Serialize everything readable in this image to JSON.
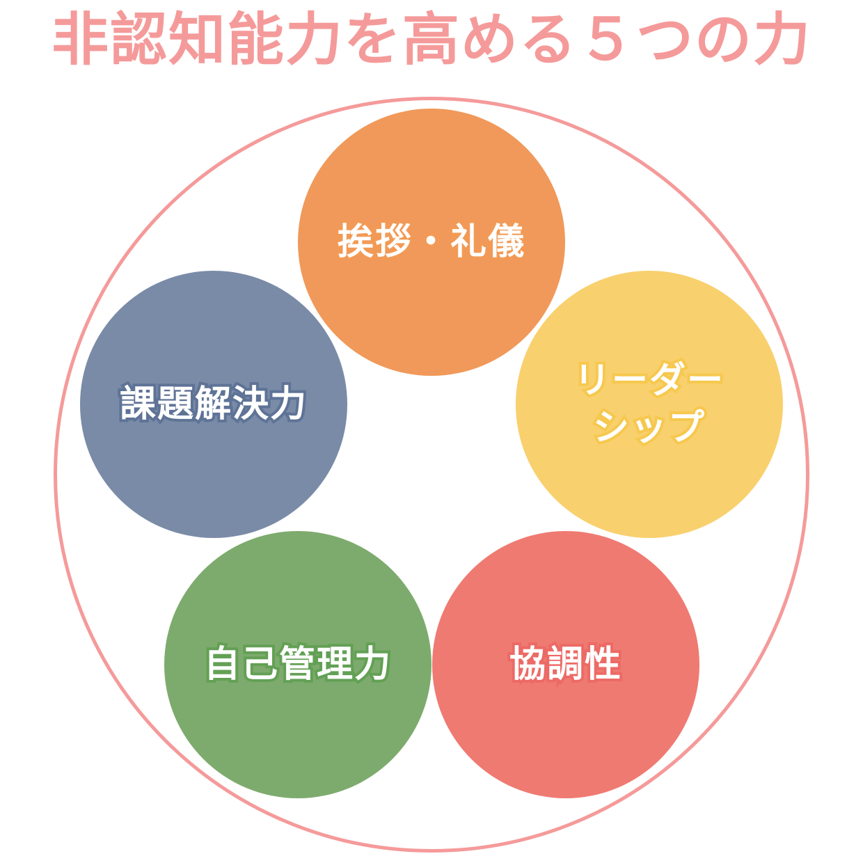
{
  "title": "非認知能力を高める５つの力",
  "items": [
    {
      "label": "挨拶・礼儀",
      "color": "#f0995a"
    },
    {
      "label": "リーダー\nシップ",
      "color": "#f9d06e"
    },
    {
      "label": "協調性",
      "color": "#ef7a72"
    },
    {
      "label": "自己管理力",
      "color": "#7dab6d"
    },
    {
      "label": "課題解決力",
      "color": "#7a8ba7"
    }
  ],
  "leadership_lines": [
    "リーダー",
    "シップ"
  ]
}
